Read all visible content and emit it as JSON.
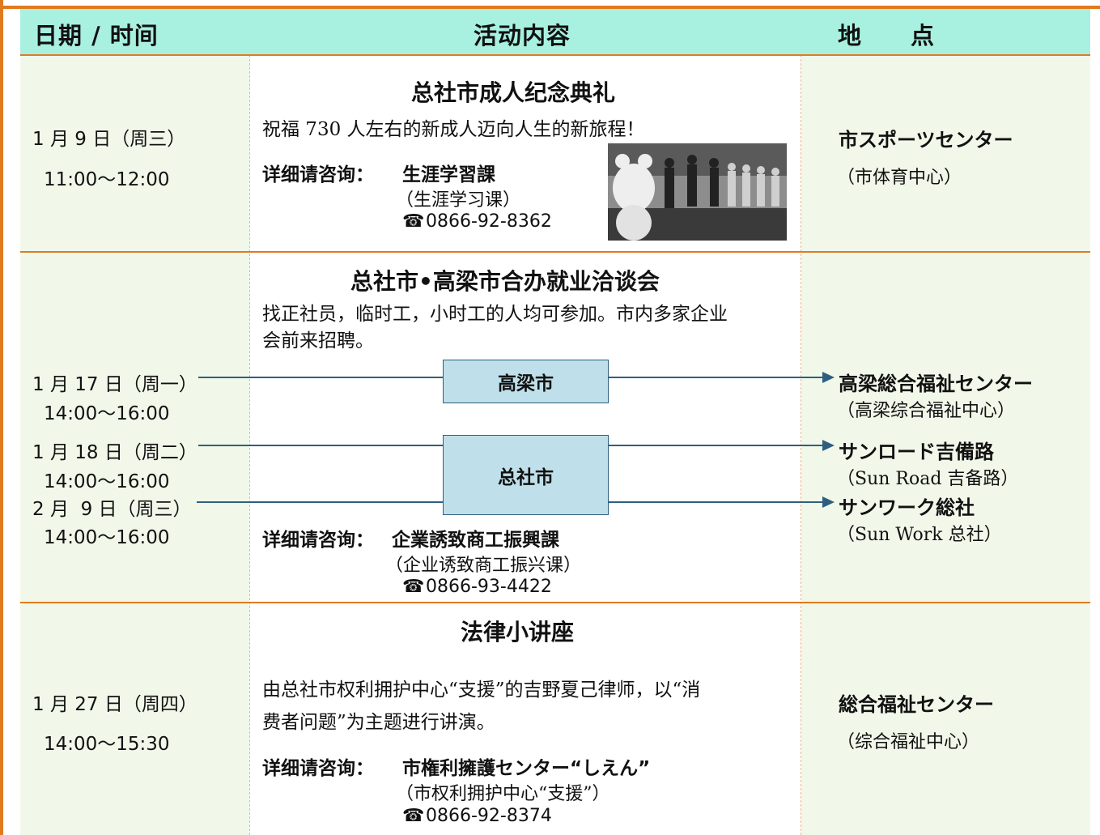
{
  "header": {
    "date_time": "日期 / 时间",
    "activity": "活动内容",
    "location": "地　　点"
  },
  "events": [
    {
      "date": "1 月 9 日（周三）",
      "time": "11:00～12:00",
      "title": "总社市成人纪念典礼",
      "description": "祝福 730 人左右的新成人迈向人生的新旅程！",
      "contact_label": "详细请咨询：",
      "contact_name": "生涯学習課",
      "contact_name_cn": "（生涯学习课）",
      "phone": "0866-92-8362",
      "location": "市スポーツセンター",
      "location_cn": "（市体育中心）"
    },
    {
      "title": "总社市•高梁市合办就业洽谈会",
      "description_line1": "找正社员，临时工，小时工的人均可参加。市内多家企业",
      "description_line2": "会前来招聘。",
      "sessions": [
        {
          "date": "1 月 17 日（周一）",
          "time": "14:00～16:00",
          "location": "高梁総合福祉センター",
          "location_cn": "（高梁综合福祉中心）"
        },
        {
          "date": "1 月 18 日（周二）",
          "time": "14:00～16:00",
          "location": "サンロード吉備路",
          "location_cn": "（Sun Road 吉备路）"
        },
        {
          "date": "2 月  9 日（周三）",
          "time": "14:00～16:00",
          "location": "サンワーク総社",
          "location_cn": "（Sun Work 总社）"
        }
      ],
      "box_takahashi": "高梁市",
      "box_soja": "总社市",
      "contact_label": "详细请咨询：",
      "contact_name": "企業誘致商工振興課",
      "contact_name_cn": "（企业诱致商工振兴课）",
      "phone": "0866-93-4422"
    },
    {
      "date": "1 月 27 日（周四）",
      "time": "14:00～15:30",
      "title": "法律小讲座",
      "description_line1": "由总社市权利拥护中心“支援”的吉野夏己律师，以“消",
      "description_line2": "费者问题”为主题进行讲演。",
      "contact_label": "详细请咨询：",
      "contact_name": "市権利擁護センター“しえん”",
      "contact_name_cn": "（市权利拥护中心“支援”）",
      "phone": "0866-92-8374",
      "location": "総合福祉センター",
      "location_cn": "（综合福祉中心）"
    }
  ],
  "colors": {
    "accent": "#e07a1e",
    "header_bg": "#a8f0e0",
    "column_bg": "#f1f8ea",
    "box_bg": "#bfe0ea",
    "line": "#2e5f7e"
  },
  "icons": {
    "phone": "phone-icon",
    "photo": "ceremony-photo"
  }
}
